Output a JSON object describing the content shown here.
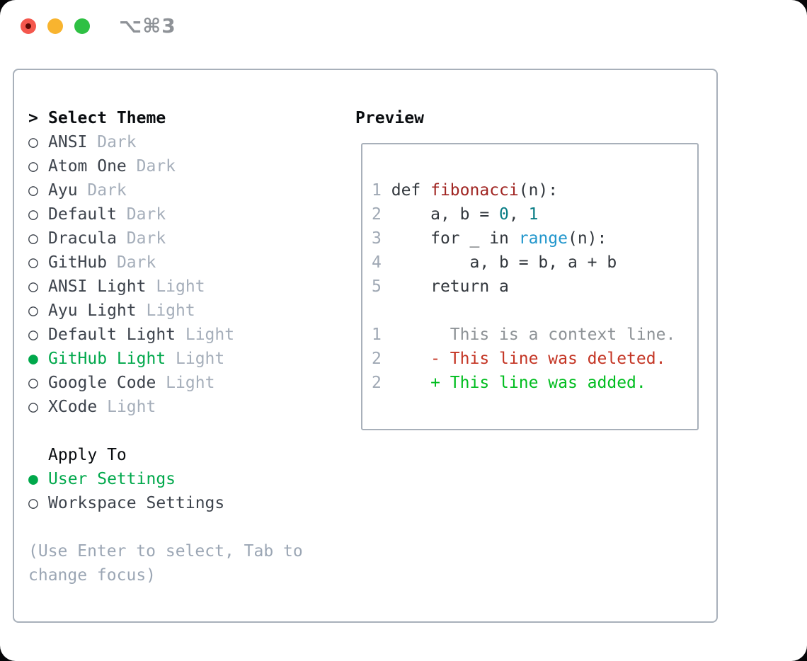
{
  "titlebar": {
    "title": "⌥⌘3",
    "traffic_lights": [
      "close",
      "minimize",
      "zoom"
    ]
  },
  "theme_panel": {
    "header_prefix": ">",
    "header": "Select Theme",
    "radio_selected_glyph": "●",
    "radio_unselected_glyph": "○",
    "themes": [
      {
        "name": "ANSI",
        "tag": "Dark",
        "selected": false
      },
      {
        "name": "Atom One",
        "tag": "Dark",
        "selected": false
      },
      {
        "name": "Ayu",
        "tag": "Dark",
        "selected": false
      },
      {
        "name": "Default",
        "tag": "Dark",
        "selected": false
      },
      {
        "name": "Dracula",
        "tag": "Dark",
        "selected": false
      },
      {
        "name": "GitHub",
        "tag": "Dark",
        "selected": false
      },
      {
        "name": "ANSI Light",
        "tag": "Light",
        "selected": false
      },
      {
        "name": "Ayu Light",
        "tag": "Light",
        "selected": false
      },
      {
        "name": "Default Light",
        "tag": "Light",
        "selected": false
      },
      {
        "name": "GitHub Light",
        "tag": "Light",
        "selected": true
      },
      {
        "name": "Google Code",
        "tag": "Light",
        "selected": false
      },
      {
        "name": "XCode",
        "tag": "Light",
        "selected": false
      }
    ],
    "apply_header": "Apply To",
    "apply_options": [
      {
        "name": "User Settings",
        "selected": true
      },
      {
        "name": "Workspace Settings",
        "selected": false
      }
    ],
    "help": "(Use Enter to select, Tab to change focus)"
  },
  "preview": {
    "header": "Preview",
    "lines": [
      {
        "num": "1",
        "tokens": [
          [
            "def ",
            "code_default"
          ],
          [
            "fibonacci",
            "code_title"
          ],
          [
            "(n):",
            "code_default"
          ]
        ]
      },
      {
        "num": "2",
        "tokens": [
          [
            "    a, b = ",
            "code_default"
          ],
          [
            "0",
            "code_number"
          ],
          [
            ", ",
            "code_default"
          ],
          [
            "1",
            "code_number"
          ]
        ]
      },
      {
        "num": "3",
        "tokens": [
          [
            "    for _ in ",
            "code_default"
          ],
          [
            "range",
            "code_builtin"
          ],
          [
            "(n):",
            "code_default"
          ]
        ]
      },
      {
        "num": "4",
        "tokens": [
          [
            "        a, b = b, a + b",
            "code_default"
          ]
        ]
      },
      {
        "num": "5",
        "tokens": [
          [
            "    return a",
            "code_default"
          ]
        ]
      },
      {
        "num": "",
        "tokens": []
      },
      {
        "num": "1",
        "tokens": [
          [
            "      This is a context line.",
            "diff_context"
          ]
        ]
      },
      {
        "num": "2",
        "tokens": [
          [
            "    - This line was deleted.",
            "diff_deleted"
          ]
        ]
      },
      {
        "num": "2",
        "tokens": [
          [
            "    + This line was added.",
            "diff_added"
          ]
        ]
      }
    ]
  },
  "colors": {
    "header_text": "#0a0d10",
    "item_text": "#3d434c",
    "item_tag": "#a5aeba",
    "selected_green": "#00a84b",
    "help_text": "#9ba6b4",
    "panel_border": "#a8b0ba",
    "lineno": "#9fa8b4",
    "code_default": "#32373d",
    "code_title": "#a02522",
    "code_number": "#0a7d85",
    "code_builtin": "#2196cc",
    "diff_context": "#8d9296",
    "diff_deleted": "#c43524",
    "diff_added": "#00bd1f",
    "titlebar_title": "#8e9297",
    "traffic_red": "#f4574d",
    "traffic_yellow": "#f8b42f",
    "traffic_green": "#2ec043"
  }
}
